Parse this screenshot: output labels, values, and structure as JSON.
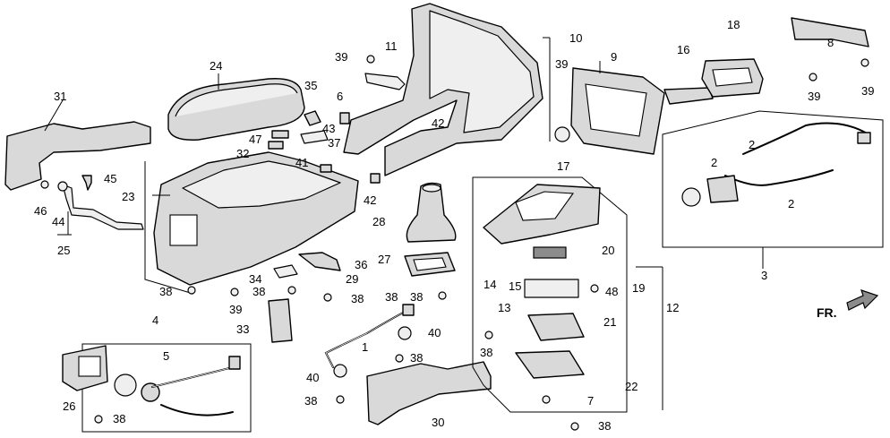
{
  "callouts": {
    "c1": "1",
    "c2a": "2",
    "c2b": "2",
    "c2c": "2",
    "c3": "3",
    "c4": "4",
    "c5": "5",
    "c6": "6",
    "c7": "7",
    "c8": "8",
    "c9": "9",
    "c10": "10",
    "c11": "11",
    "c12": "12",
    "c13": "13",
    "c14": "14",
    "c15": "15",
    "c16": "16",
    "c17": "17",
    "c18": "18",
    "c19": "19",
    "c20": "20",
    "c21": "21",
    "c22": "22",
    "c23": "23",
    "c24": "24",
    "c25": "25",
    "c26": "26",
    "c27": "27",
    "c28": "28",
    "c29": "29",
    "c30": "30",
    "c31": "31",
    "c32": "32",
    "c33": "33",
    "c34": "34",
    "c35": "35",
    "c36": "36",
    "c37": "37",
    "c38a": "38",
    "c38b": "38",
    "c38c": "38",
    "c38d": "38",
    "c38e": "38",
    "c38f": "38",
    "c38g": "38",
    "c38h": "38",
    "c38i": "38",
    "c38j": "38",
    "c39a": "39",
    "c39b": "39",
    "c39c": "39",
    "c39d": "39",
    "c39e": "39",
    "c40a": "40",
    "c40b": "40",
    "c41": "41",
    "c42a": "42",
    "c42b": "42",
    "c43": "43",
    "c44": "44",
    "c45": "45",
    "c46": "46",
    "c47": "47",
    "c48": "48"
  },
  "orientation": {
    "label": "FR."
  }
}
